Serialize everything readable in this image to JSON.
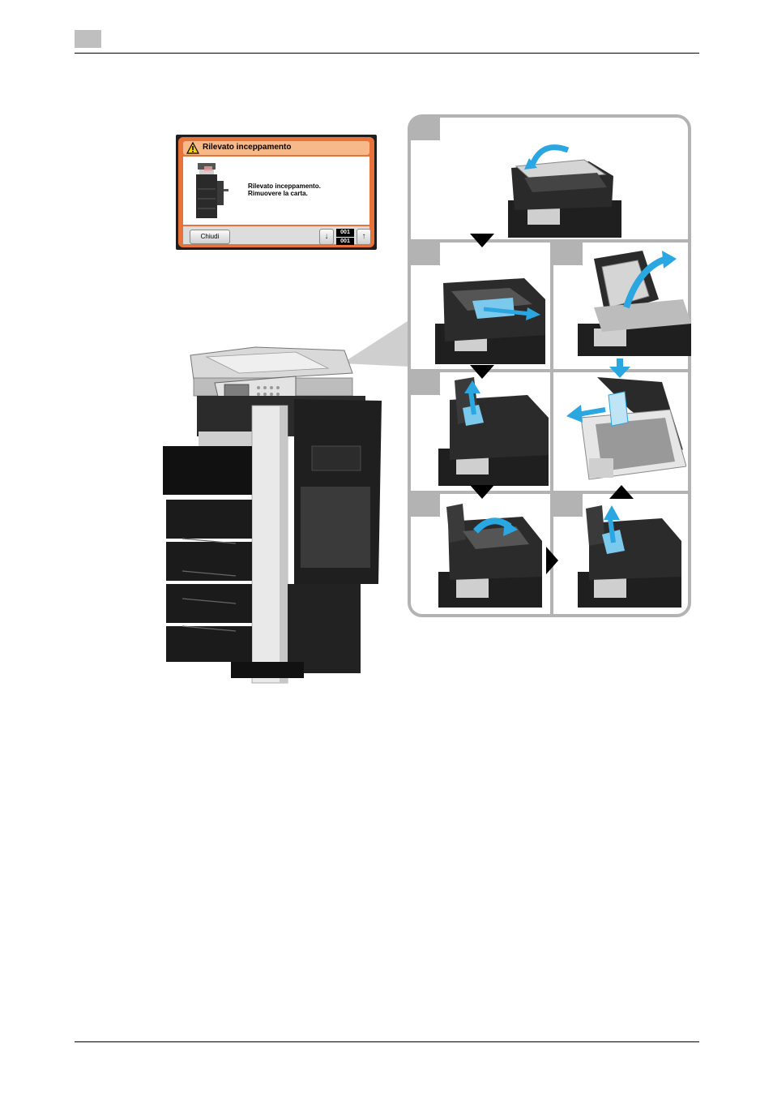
{
  "dialog": {
    "title": "Rilevato inceppamento",
    "message_line1": "Rilevato inceppamento.",
    "message_line2": "Rimuovere la carta.",
    "close_label": "Chiudi",
    "current_page": "001",
    "total_pages": "001",
    "down_arrow": "↓",
    "up_arrow": "↑"
  },
  "colors": {
    "dialog_orange": "#e8733a",
    "paper_blue": "#2aa6e0",
    "frame_gray": "#b3b3b3"
  },
  "icons": [
    "warning-icon",
    "arrow-down-icon",
    "arrow-up-icon"
  ]
}
